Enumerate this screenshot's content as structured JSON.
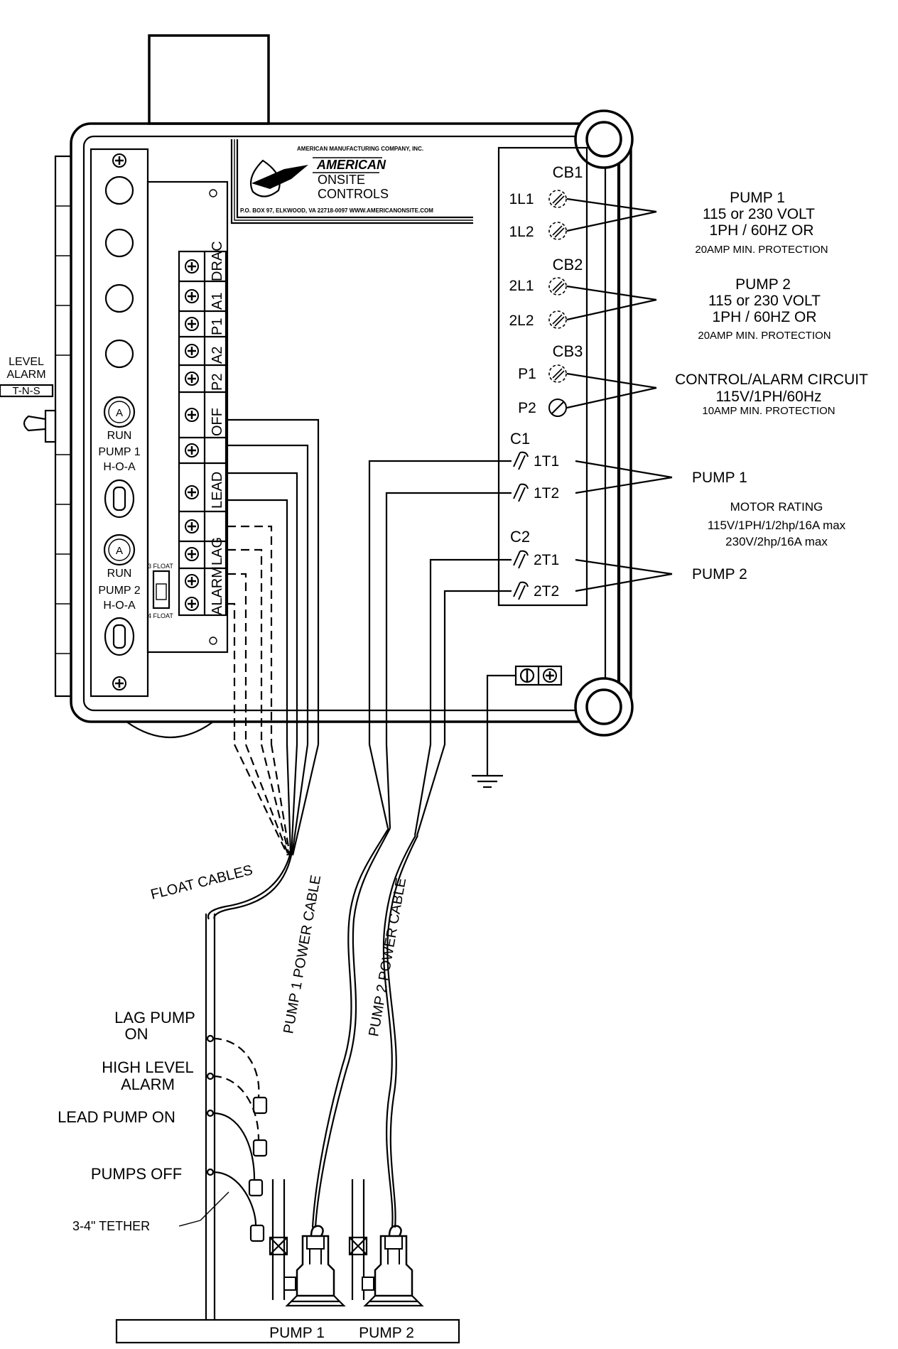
{
  "header": {
    "company": "AMERICAN MANUFACTURING COMPANY, INC.",
    "brand": "AMERICAN",
    "brand_line2": "ONSITE",
    "brand_line3": "CONTROLS",
    "address": "P.O. BOX 97, ELKWOOD, VA 22718-0097   WWW.AMERICANONSITE.COM"
  },
  "level_alarm": {
    "line1": "LEVEL",
    "line2": "ALARM",
    "switch": "T-N-S"
  },
  "left_panel": {
    "run_a": "A",
    "run_label": "RUN",
    "pump1_label": "PUMP 1",
    "pump2_label": "PUMP 2",
    "hoa": "H-O-A",
    "float3": "3 FLOAT",
    "float4": "4 FLOAT"
  },
  "terminals": [
    "DRAC",
    "A1",
    "P1",
    "A2",
    "P2",
    "OFF",
    "LEAD",
    "LEAD",
    "LAG",
    "LAG",
    "ALARM",
    "ALARM"
  ],
  "breakers": {
    "cb1": "CB1",
    "cb1_a": "1L1",
    "cb1_b": "1L2",
    "cb2": "CB2",
    "cb2_a": "2L1",
    "cb2_b": "2L2",
    "cb3": "CB3",
    "cb3_a": "P1",
    "cb3_b": "P2",
    "c1": "C1",
    "c1_a": "1T1",
    "c1_b": "1T2",
    "c2": "C2",
    "c2_a": "2T1",
    "c2_b": "2T2"
  },
  "power_notes": {
    "p1_title": "PUMP 1",
    "p1_volt": "115 or 230 VOLT",
    "p1_phase": "1PH  /  60HZ OR",
    "p1_prot": "20AMP MIN. PROTECTION",
    "p2_title": "PUMP 2",
    "p2_volt": "115 or 230 VOLT",
    "p2_phase": "1PH  /  60HZ OR",
    "p2_prot": "20AMP MIN. PROTECTION",
    "ctl_title": "CONTROL/ALARM CIRCUIT",
    "ctl_spec": "115V/1PH/60Hz",
    "ctl_prot": "10AMP MIN. PROTECTION"
  },
  "motor": {
    "pump1": "PUMP 1",
    "rating_title": "MOTOR RATING",
    "rating_1": "115V/1PH/1/2hp/16A max",
    "rating_2": "230V/2hp/16A max",
    "pump2": "PUMP 2"
  },
  "cables": {
    "float": "FLOAT CABLES",
    "pump1_power": "PUMP 1 POWER CABLE",
    "pump2_power": "PUMP 2 POWER CABLE"
  },
  "floats": {
    "lag_1": "LAG PUMP",
    "lag_2": "ON",
    "high_1": "HIGH LEVEL",
    "high_2": "ALARM",
    "lead": "LEAD PUMP ON",
    "off": "PUMPS OFF",
    "tether": "3-4\" TETHER"
  },
  "base": {
    "pump1": "PUMP 1",
    "pump2": "PUMP 2"
  }
}
